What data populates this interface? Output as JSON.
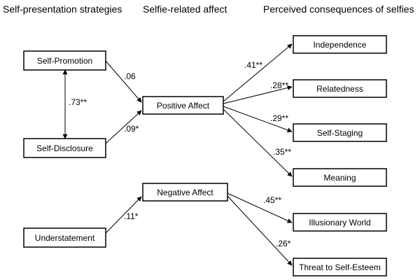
{
  "headings": {
    "left": "Self-presentation strategies",
    "middle": "Selfie-related affect",
    "right": "Perceived consequences of selfies"
  },
  "nodes": {
    "self_promotion": "Self-Promotion",
    "self_disclosure": "Self-Disclosure",
    "understatement": "Understatement",
    "positive_affect": "Positive Affect",
    "negative_affect": "Negative Affect",
    "independence": "Independence",
    "relatedness": "Relatedness",
    "self_staging": "Self-Staging",
    "meaning": "Meaning",
    "illusionary_world": "Illusionary World",
    "threat_self_esteem": "Threat to Self-Esteem"
  },
  "coefficients": {
    "promotion_disclosure": ".73**",
    "promotion_positive": ".06",
    "disclosure_positive": ".09*",
    "understatement_negative": ".11*",
    "positive_independence": ".41**",
    "positive_relatedness": ".28**",
    "positive_selfstaging": ".29**",
    "positive_meaning": ".35**",
    "negative_illusionary": ".45**",
    "negative_threat": ".26*"
  }
}
